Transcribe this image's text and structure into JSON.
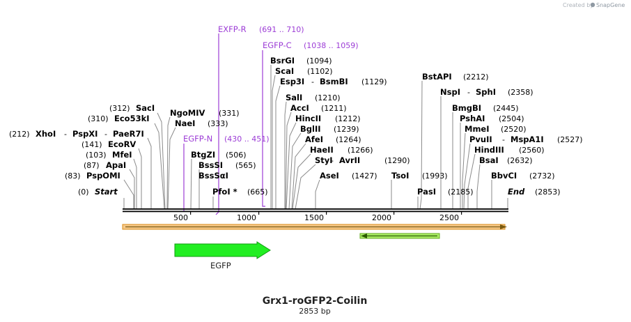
{
  "credit": {
    "text": "Created by",
    "logo": "SnapGene"
  },
  "map": {
    "title": "Grx1-roGFP2-Coilin",
    "subtitle": "2853 bp",
    "length": 2853,
    "ticks": [
      "500",
      "1000",
      "1500",
      "2000",
      "2500"
    ]
  },
  "sites": [
    {
      "id": "start",
      "name": "Start",
      "pos": "(0)",
      "bp": 0,
      "italic": true
    },
    {
      "id": "pspomi",
      "name": "PspOMI",
      "pos": "(83)",
      "bp": 83
    },
    {
      "id": "apai",
      "name": "ApaI",
      "pos": "(87)",
      "bp": 87
    },
    {
      "id": "mfei",
      "name": "MfeI",
      "pos": "(103)",
      "bp": 103
    },
    {
      "id": "ecorv",
      "name": "EcoRV",
      "pos": "(141)",
      "bp": 141
    },
    {
      "id": "xhoi",
      "name": "XhoI",
      "name2": "PspXI",
      "name3": "PaeR7I",
      "pos": "(212)",
      "bp": 212
    },
    {
      "id": "eco53ki",
      "name": "Eco53kI",
      "pos": "(310)",
      "bp": 310
    },
    {
      "id": "saci",
      "name": "SacI",
      "pos": "(312)",
      "bp": 312
    },
    {
      "id": "ngomiv",
      "name": "NgoMIV",
      "pos": "(331)",
      "bp": 331
    },
    {
      "id": "naei",
      "name": "NaeI",
      "pos": "(333)",
      "bp": 333
    },
    {
      "id": "btgzi",
      "name": "BtgZI",
      "pos": "(506)",
      "bp": 506
    },
    {
      "id": "bsssi",
      "name": "BssSI",
      "pos": "(565)",
      "bp": 565
    },
    {
      "id": "bsssai",
      "name": "BssSαI",
      "pos": "",
      "bp": 565
    },
    {
      "id": "pfoi",
      "name": "PfoI *",
      "pos": "(665)",
      "bp": 665
    },
    {
      "id": "bsrgi",
      "name": "BsrGI",
      "pos": "(1094)",
      "bp": 1094
    },
    {
      "id": "scai",
      "name": "ScaI",
      "pos": "(1102)",
      "bp": 1102
    },
    {
      "id": "esp3i",
      "name": "Esp3I",
      "name2": "BsmBI",
      "pos": "(1129)",
      "bp": 1129
    },
    {
      "id": "sali",
      "name": "SalI",
      "pos": "(1210)",
      "bp": 1210
    },
    {
      "id": "acci",
      "name": "AccI",
      "pos": "(1211)",
      "bp": 1211
    },
    {
      "id": "hincii",
      "name": "HincII",
      "pos": "(1212)",
      "bp": 1212
    },
    {
      "id": "bglii",
      "name": "BglII",
      "pos": "(1239)",
      "bp": 1239
    },
    {
      "id": "afei",
      "name": "AfeI",
      "pos": "(1264)",
      "bp": 1264
    },
    {
      "id": "haeii",
      "name": "HaeII",
      "pos": "(1266)",
      "bp": 1266
    },
    {
      "id": "styi",
      "name": "StyI",
      "name2": "AvrII",
      "pos": "(1290)",
      "bp": 1290
    },
    {
      "id": "asei",
      "name": "AseI",
      "pos": "(1427)",
      "bp": 1427
    },
    {
      "id": "tsoi",
      "name": "TsoI",
      "pos": "(1993)",
      "bp": 1993
    },
    {
      "id": "pasi",
      "name": "PasI",
      "pos": "(2185)",
      "bp": 2185
    },
    {
      "id": "bstapi",
      "name": "BstAPI",
      "pos": "(2212)",
      "bp": 2212
    },
    {
      "id": "nspi",
      "name": "NspI",
      "name2": "SphI",
      "pos": "(2358)",
      "bp": 2358
    },
    {
      "id": "bmgbi",
      "name": "BmgBI",
      "pos": "(2445)",
      "bp": 2445
    },
    {
      "id": "pshai",
      "name": "PshAI",
      "pos": "(2504)",
      "bp": 2504
    },
    {
      "id": "mmei",
      "name": "MmeI",
      "pos": "(2520)",
      "bp": 2520
    },
    {
      "id": "pvuii",
      "name": "PvuII",
      "name2": "MspA1I",
      "pos": "(2527)",
      "bp": 2527
    },
    {
      "id": "hindiii",
      "name": "HindIII",
      "pos": "(2560)",
      "bp": 2560
    },
    {
      "id": "bsai",
      "name": "BsaI",
      "pos": "(2632)",
      "bp": 2632
    },
    {
      "id": "bbvci",
      "name": "BbvCI",
      "pos": "(2732)",
      "bp": 2732
    },
    {
      "id": "end",
      "name": "End",
      "pos": "(2853)",
      "bp": 2853,
      "italic": true
    }
  ],
  "primers": [
    {
      "id": "exfp-r",
      "name": "EXFP-R",
      "pos": "(691 .. 710)",
      "start": 691,
      "end": 710
    },
    {
      "id": "egfp-c",
      "name": "EGFP-C",
      "pos": "(1038 .. 1059)",
      "start": 1038,
      "end": 1059
    },
    {
      "id": "egfp-n",
      "name": "EGFP-N",
      "pos": "(430 .. 451)",
      "start": 430,
      "end": 451
    }
  ],
  "features": [
    {
      "id": "egfp",
      "name": "EGFP",
      "color": "#22ee22",
      "direction": "forward"
    },
    {
      "id": "unlabeled-reverse",
      "name": "",
      "color": "#aaee66",
      "direction": "reverse"
    },
    {
      "id": "backbone",
      "name": "",
      "color": "#f6c98a",
      "direction": "forward"
    }
  ],
  "colors": {
    "primer": "#9c3cd6",
    "sequence": "#000000"
  }
}
